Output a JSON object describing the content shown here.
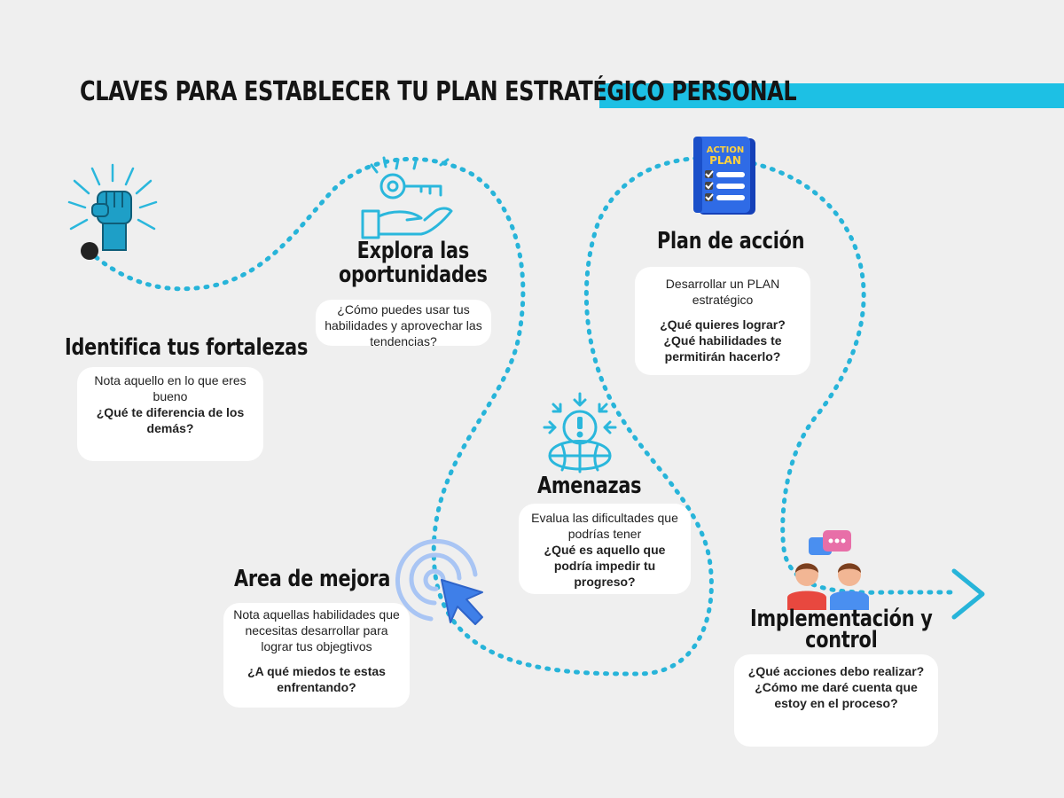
{
  "title": "CLAVES PARA ESTABLECER TU PLAN ESTRATÉGICO PERSONAL",
  "icons": {
    "start": "raised-fist-icon",
    "key_hand": "key-in-hand-icon",
    "action_plan": "action-plan-book-icon",
    "threats": "globe-alert-icon",
    "improvement": "target-cursor-icon",
    "implementation": "people-chat-icon",
    "end": "chevron-right-icon"
  },
  "action_plan_badge": {
    "line1": "ACTION",
    "line2": "PLAN"
  },
  "colors": {
    "accent": "#1dc0e4",
    "path": "#27b4d9",
    "card": "#ffffff",
    "background": "#efefef",
    "heading": "#141414"
  },
  "steps": {
    "fortalezas": {
      "title": "Identifica tus fortalezas",
      "text": "Nota aquello en lo que eres bueno",
      "question": "¿Qué te diferencia de los demás?"
    },
    "oportunidades": {
      "title_line1": "Explora las",
      "title_line2": "oportunidades",
      "text": "¿Cómo puedes usar tus habilidades y aprovechar las tendencias?"
    },
    "mejora": {
      "title": "Area de mejora",
      "text": "Nota aquellas habilidades que necesitas desarrollar para lograr tus objegtivos",
      "question": "¿A qué miedos te estas enfrentando?"
    },
    "amenazas": {
      "title": "Amenazas",
      "text": "Evalua las dificultades que podrías tener",
      "question": "¿Qué es aquello que podría  impedir tu progreso?"
    },
    "plan": {
      "title": "Plan de acción",
      "text": "Desarrollar un PLAN estratégico",
      "question1": "¿Qué quieres lograr?",
      "question2": "¿Qué habilidades te permitirán hacerlo?"
    },
    "implementacion": {
      "title_line1": "Implementación y",
      "title_line2": "control",
      "question1": "¿Qué acciones debo realizar?",
      "question2": "¿Cómo me daré cuenta que estoy en el proceso?"
    }
  }
}
